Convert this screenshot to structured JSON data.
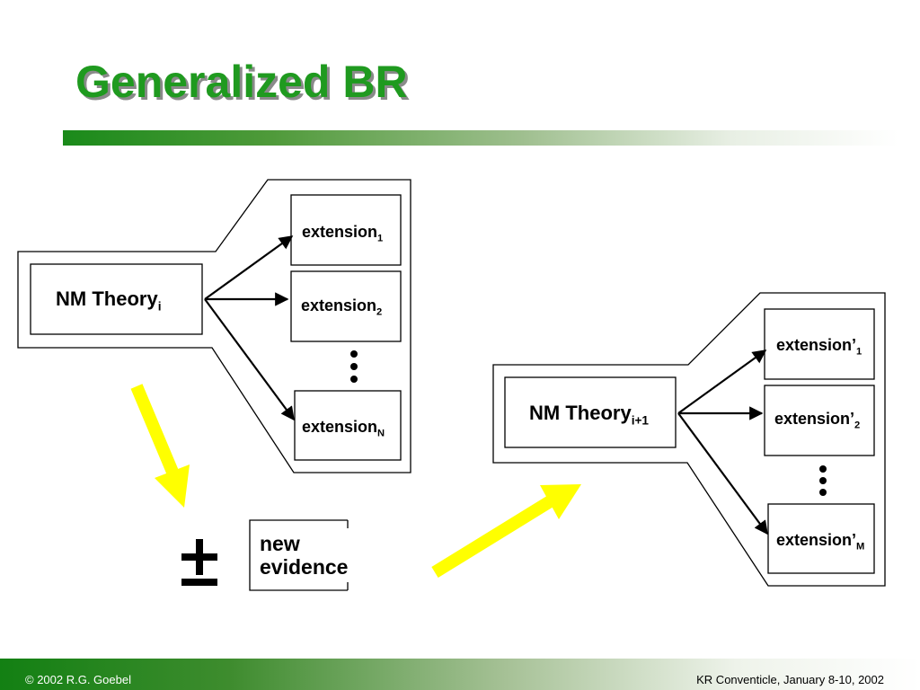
{
  "slide": {
    "title": "Generalized BR"
  },
  "diagram": {
    "left": {
      "theory": {
        "label": "NM Theory",
        "sub": "i"
      },
      "extensions": [
        {
          "label": "extension",
          "sub": "1"
        },
        {
          "label": "extension",
          "sub": "2"
        },
        {
          "label": "extension",
          "sub": "N"
        }
      ]
    },
    "operator": "±",
    "evidence_line1": "new",
    "evidence_line2": "evidence",
    "right": {
      "theory": {
        "label": "NM Theory",
        "sub": "i+1"
      },
      "extensions": [
        {
          "label": "extension’",
          "sub": "1"
        },
        {
          "label": "extension’",
          "sub": "2"
        },
        {
          "label": "extension’",
          "sub": "M"
        }
      ]
    },
    "colors": {
      "arrow_yellow": "#ffff00",
      "title_green": "#1f9a1f"
    }
  },
  "footer": {
    "left": "© 2002 R.G. Goebel",
    "right": "KR Conventicle, January 8-10, 2002"
  }
}
